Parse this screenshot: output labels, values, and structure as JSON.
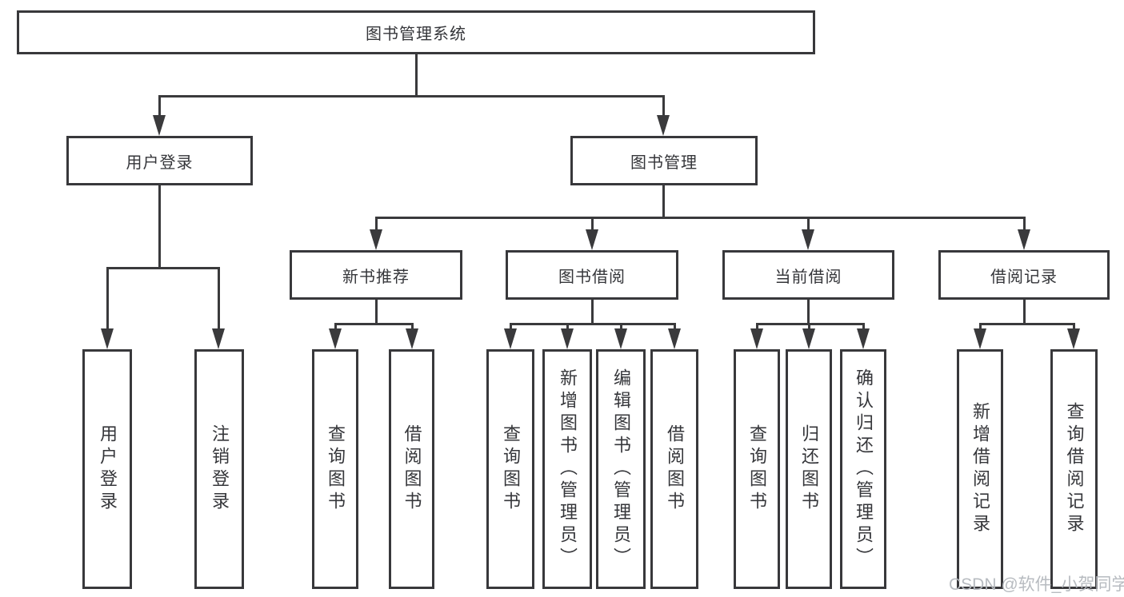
{
  "page": {
    "background": "#ffffff"
  },
  "colors": {
    "line": "#3a3a3c",
    "box_border": "#38383b",
    "text": "#35363a",
    "watermark_text": "#b4b8bd"
  },
  "watermark": {
    "label": "CSDN @软件_小贺同学"
  },
  "tree": {
    "root": {
      "label": "图书管理系统"
    },
    "branches": {
      "user_login": {
        "label": "用户登录",
        "children": {
          "login": {
            "label": "用户登录"
          },
          "logout": {
            "label": "注销登录"
          }
        }
      },
      "book_mgmt": {
        "label": "图书管理",
        "children": {
          "new_book_rec": {
            "label": "新书推荐",
            "children": {
              "query_books": {
                "label": "查询图书"
              },
              "borrow_books": {
                "label": "借阅图书"
              }
            }
          },
          "book_borrow": {
            "label": "图书借阅",
            "children": {
              "query_books": {
                "label": "查询图书"
              },
              "add_books": {
                "label": "新增图书（管理员）"
              },
              "edit_books": {
                "label": "编辑图书（管理员）"
              },
              "borrow_books": {
                "label": "借阅图书"
              }
            }
          },
          "current_borrow": {
            "label": "当前借阅",
            "children": {
              "query_books": {
                "label": "查询图书"
              },
              "return_books": {
                "label": "归还图书"
              },
              "confirm_return": {
                "label": "确认归还（管理员）"
              }
            }
          },
          "borrow_records": {
            "label": "借阅记录",
            "children": {
              "add_record": {
                "label": "新增借阅记录"
              },
              "query_record": {
                "label": "查询借阅记录"
              }
            }
          }
        }
      }
    }
  }
}
